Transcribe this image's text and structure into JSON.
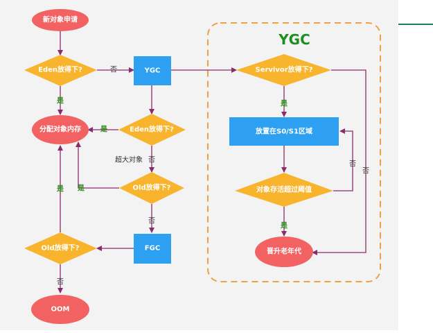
{
  "colors": {
    "oval": "#f26262",
    "diamond": "#f8b42c",
    "rect": "#2ea0f2",
    "arrow": "#8b2b6b",
    "dashed": "#f0a040",
    "yes_label": "#2e8b1f",
    "ygc_title": "#1e8f1e"
  },
  "nodes": {
    "new_object": "新对象申请",
    "eden_q1": "Eden放得下?",
    "allocate": "分配对象内存",
    "old_q2": "Old放得下?",
    "oom": "OOM",
    "ygc": "YGC",
    "eden_q2": "Eden放得下?",
    "old_q1": "Old放得下?",
    "fgc": "FGC",
    "survivor_q": "Servivor放得下?",
    "s0s1": "放置在S0/S1区域",
    "threshold_q": "对象存活超过阈值",
    "promote": "晋升老年代"
  },
  "labels": {
    "ygc_title": "YGC",
    "no": "否",
    "yes": "是",
    "big_object": "超大对象"
  }
}
